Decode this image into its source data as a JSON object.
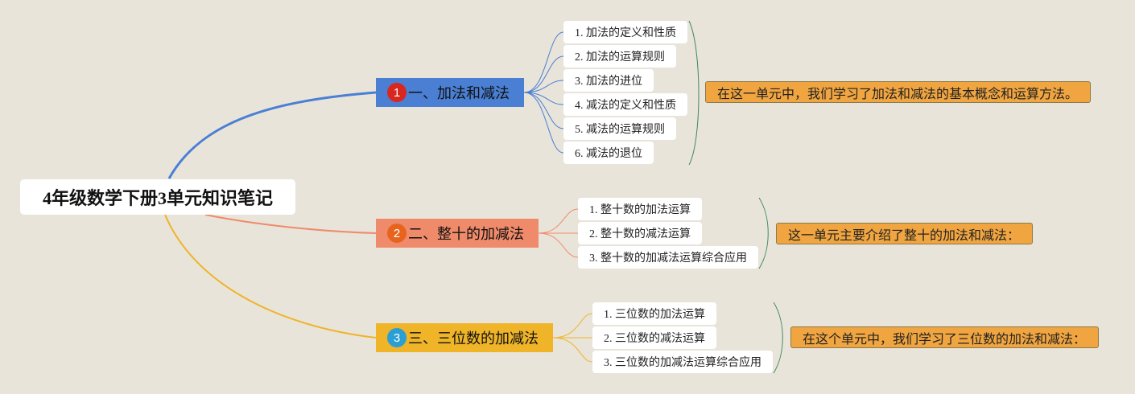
{
  "root": {
    "title": "4年级数学下册3单元知识笔记"
  },
  "branches": [
    {
      "num": "1",
      "label": "一、加法和减法",
      "color": "#4a7fd4",
      "badge_color": "#d8271e",
      "line_color": "#4a7fd4",
      "items": [
        "1. 加法的定义和性质",
        "2. 加法的运算规则",
        "3. 加法的进位",
        "4. 减法的定义和性质",
        "5. 减法的运算规则",
        "6. 减法的退位"
      ],
      "summary": "在这一单元中，我们学习了加法和减法的基本概念和运算方法。"
    },
    {
      "num": "2",
      "label": "二、整十的加减法",
      "color": "#ef8b6a",
      "badge_color": "#e8641e",
      "line_color": "#ef8b6a",
      "items": [
        "1. 整十数的加法运算",
        "2. 整十数的减法运算",
        "3. 整十数的加减法运算综合应用"
      ],
      "summary": "这一单元主要介绍了整十的加法和减法："
    },
    {
      "num": "3",
      "label": "三、三位数的加减法",
      "color": "#efb428",
      "badge_color": "#2a9fd4",
      "line_color": "#efb428",
      "items": [
        "1. 三位数的加法运算",
        "2. 三位数的减法运算",
        "3. 三位数的加减法运算综合应用"
      ],
      "summary": "在这个单元中，我们学习了三位数的加法和减法："
    }
  ]
}
